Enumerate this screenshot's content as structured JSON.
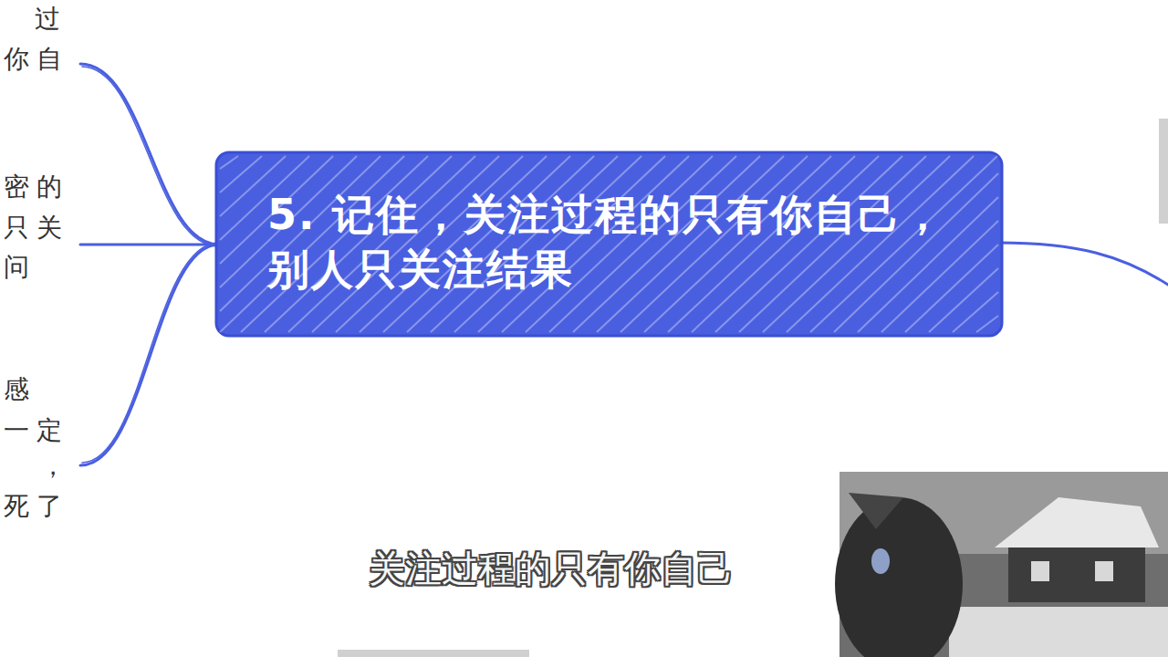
{
  "diagram": {
    "nodes": [
      {
        "text": [
          "5. 记住，关注过程的只有你自己，别人只关注结果"
        ]
      }
    ],
    "labels": [
      "过",
      "你自",
      "密的",
      "只关",
      "问",
      "感",
      "一定",
      "，",
      "死了",
      "关注过程的只有你自己"
    ]
  }
}
